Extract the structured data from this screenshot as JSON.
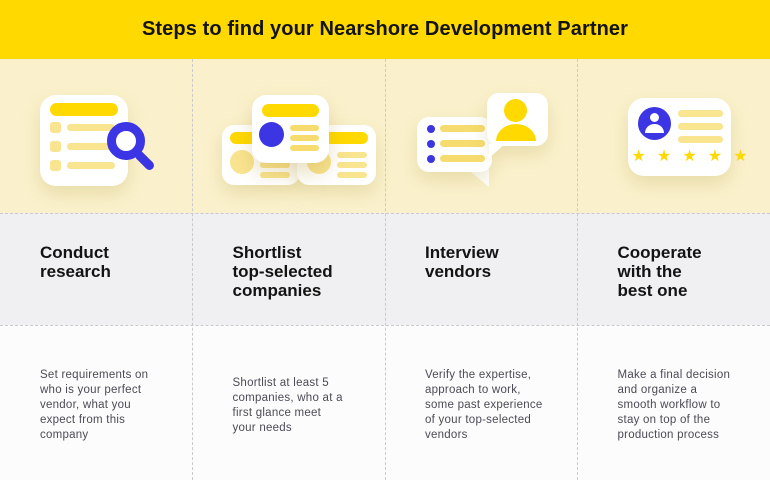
{
  "header": {
    "title": "Steps to find your Nearshore Development Partner"
  },
  "colors": {
    "accent_yellow": "#FFD900",
    "pale_yellow_band": "#FAF1CC",
    "soft_yellow": "#F9E490",
    "blue": "#3B35E3",
    "titles_band_gray": "#F0F0F2",
    "divider_gray": "#C9C9CE",
    "title_text": "#131313",
    "description_text": "#4B4B55"
  },
  "steps": [
    {
      "icon": "checklist-search-icon",
      "title": "Conduct\nresearch",
      "description": "Set requirements on\nwho is your perfect\nvendor, what you\nexpect from this\ncompany"
    },
    {
      "icon": "company-cards-icon",
      "title": "Shortlist\ntop-selected\ncompanies",
      "description": "Shortlist at least 5\ncompanies, who at a\nfirst glance meet\nyour needs"
    },
    {
      "icon": "chat-interview-icon",
      "title": "Interview\nvendors",
      "description": "Verify the expertise,\napproach to work,\nsome past experience\nof your top-selected\nvendors"
    },
    {
      "icon": "review-rating-icon",
      "title": "Cooperate\nwith the\nbest one",
      "description": "Make a final decision\nand organize a\nsmooth workflow to\nstay on top of the\nproduction process",
      "rating_stars": "★ ★ ★ ★ ★"
    }
  ]
}
